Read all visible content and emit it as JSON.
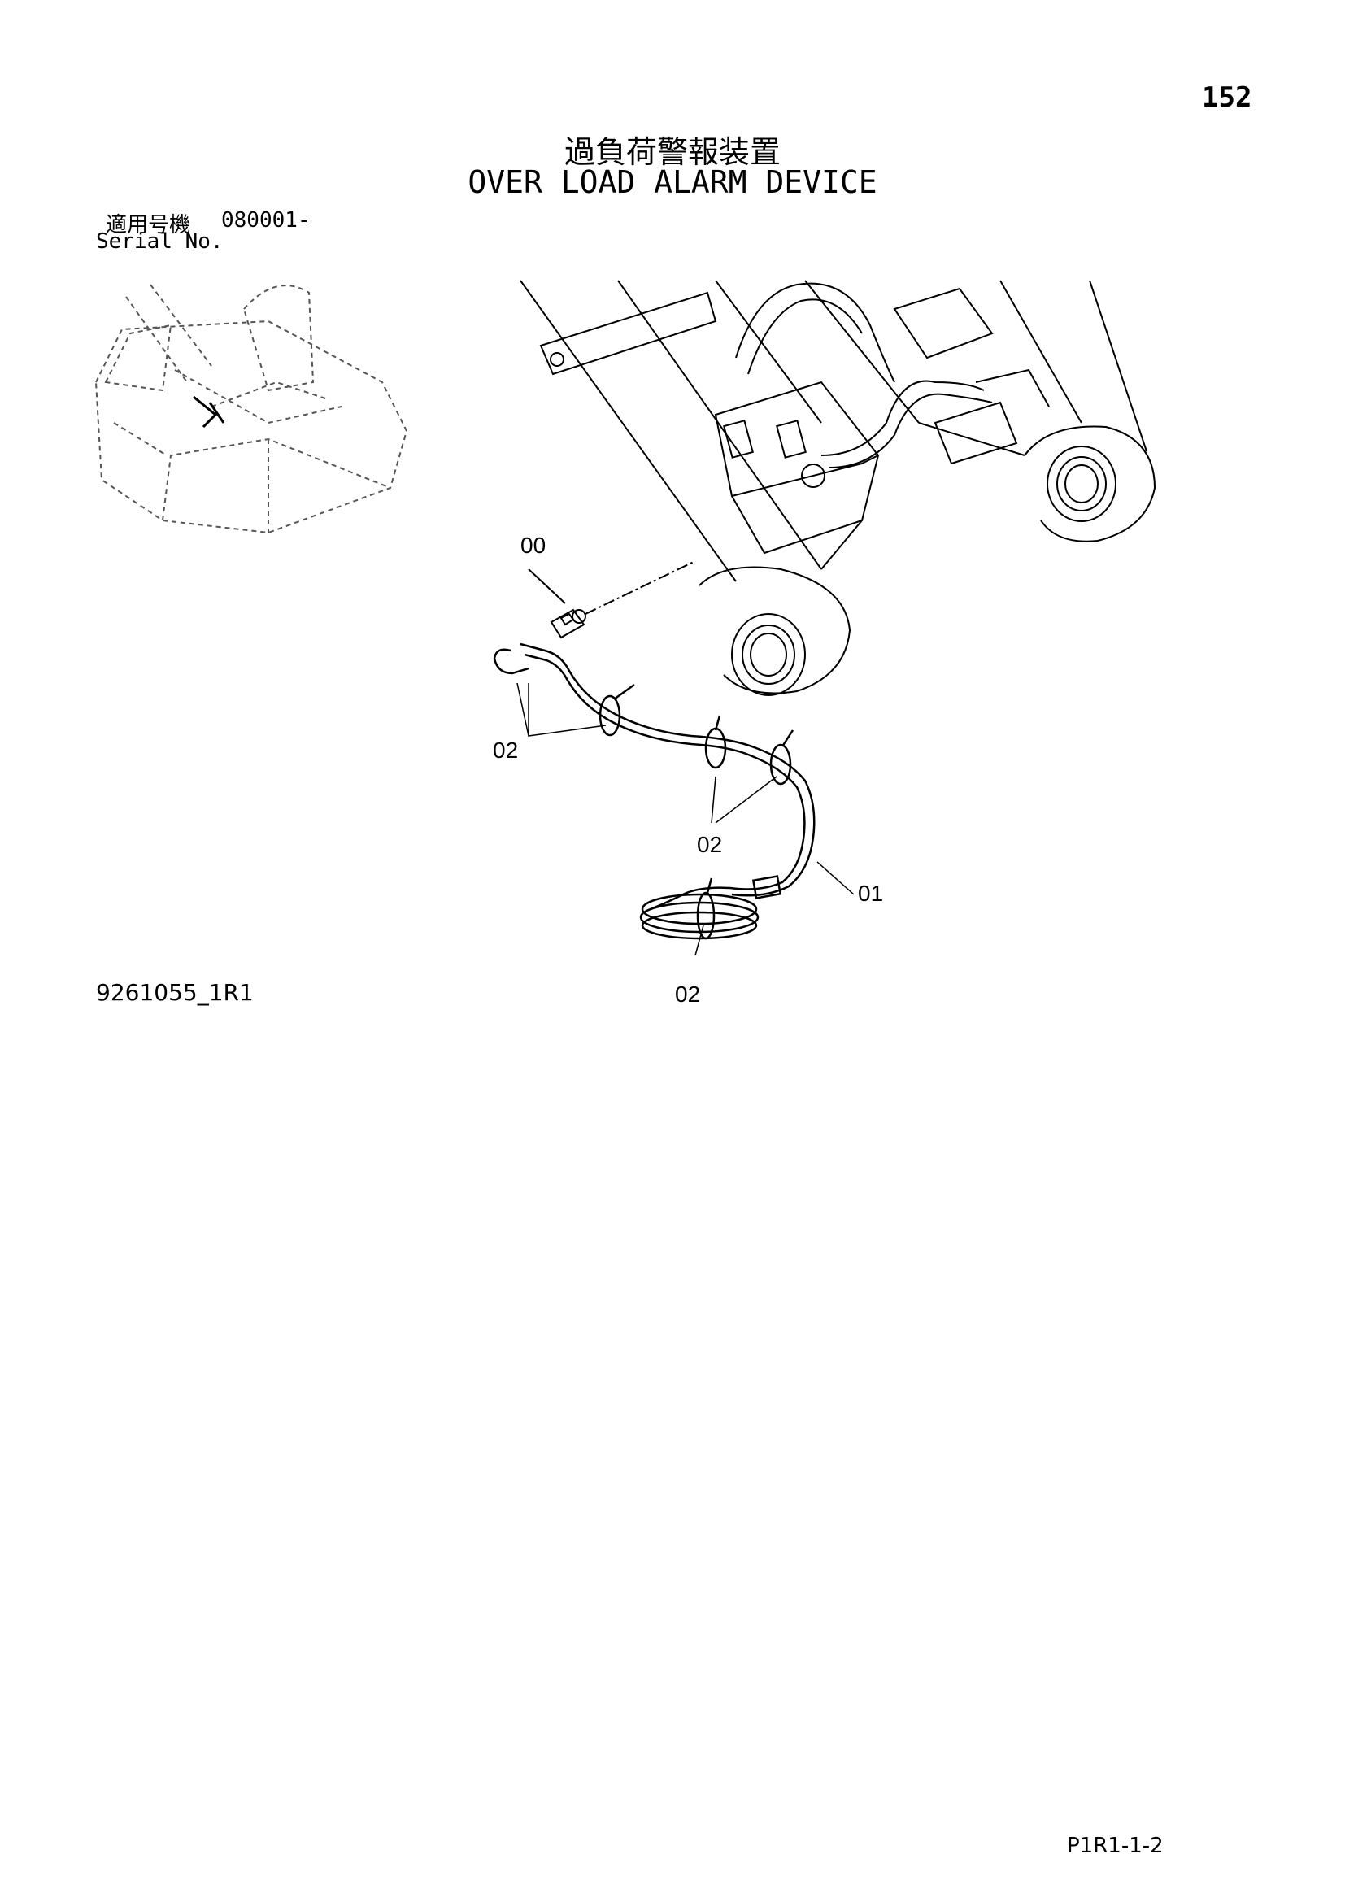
{
  "header": {
    "page_number": "152",
    "title_ja": "過負荷警報装置",
    "title_en": "OVER LOAD ALARM DEVICE"
  },
  "serial": {
    "label_ja": "適用号機",
    "value": "080001-",
    "label_en": "Serial No."
  },
  "callouts": {
    "c00": "00",
    "c01": "01",
    "c02a": "02",
    "c02b": "02",
    "c02c": "02"
  },
  "footer": {
    "reference_code": "9261055_1R1",
    "page_code": "P1R1-1-2"
  }
}
